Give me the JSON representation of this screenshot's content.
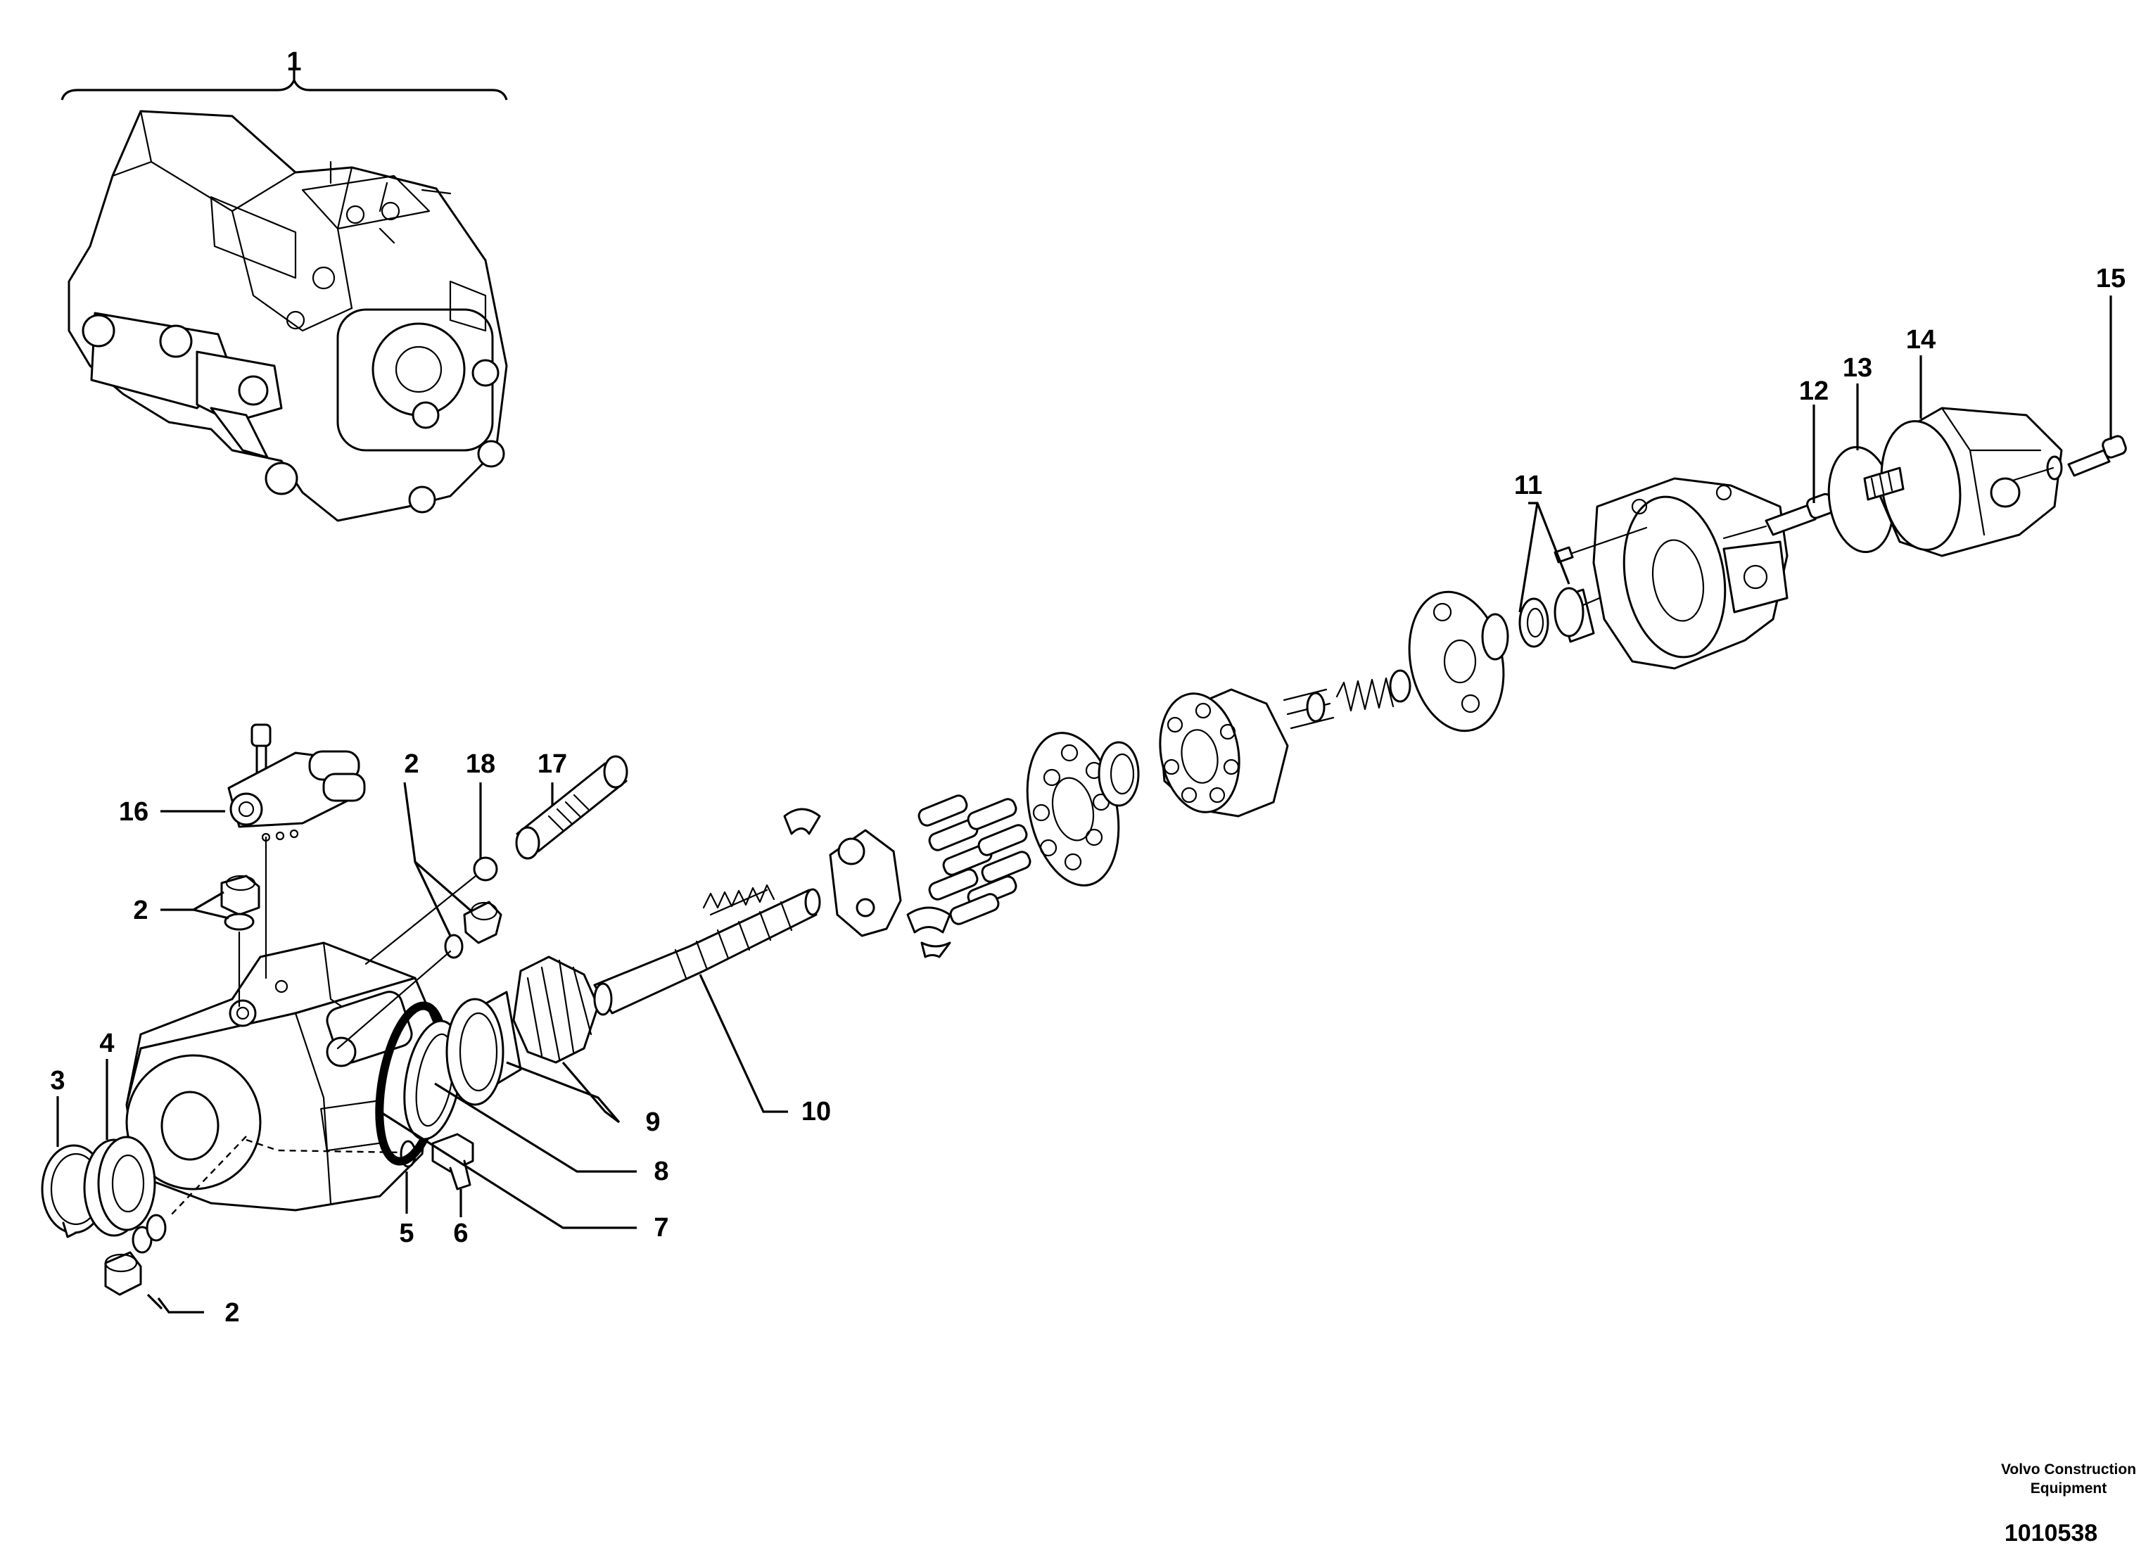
{
  "callouts": {
    "c1": "1",
    "c2a": "2",
    "c2b": "2",
    "c2c": "2",
    "c3": "3",
    "c4": "4",
    "c5": "5",
    "c6": "6",
    "c7": "7",
    "c8": "8",
    "c9": "9",
    "c10": "10",
    "c11": "11",
    "c12": "12",
    "c13": "13",
    "c14": "14",
    "c15": "15",
    "c16": "16",
    "c17": "17",
    "c18": "18"
  },
  "footer": {
    "brand_line1": "Volvo Construction",
    "brand_line2": "Equipment",
    "drawing_number": "1010538"
  }
}
